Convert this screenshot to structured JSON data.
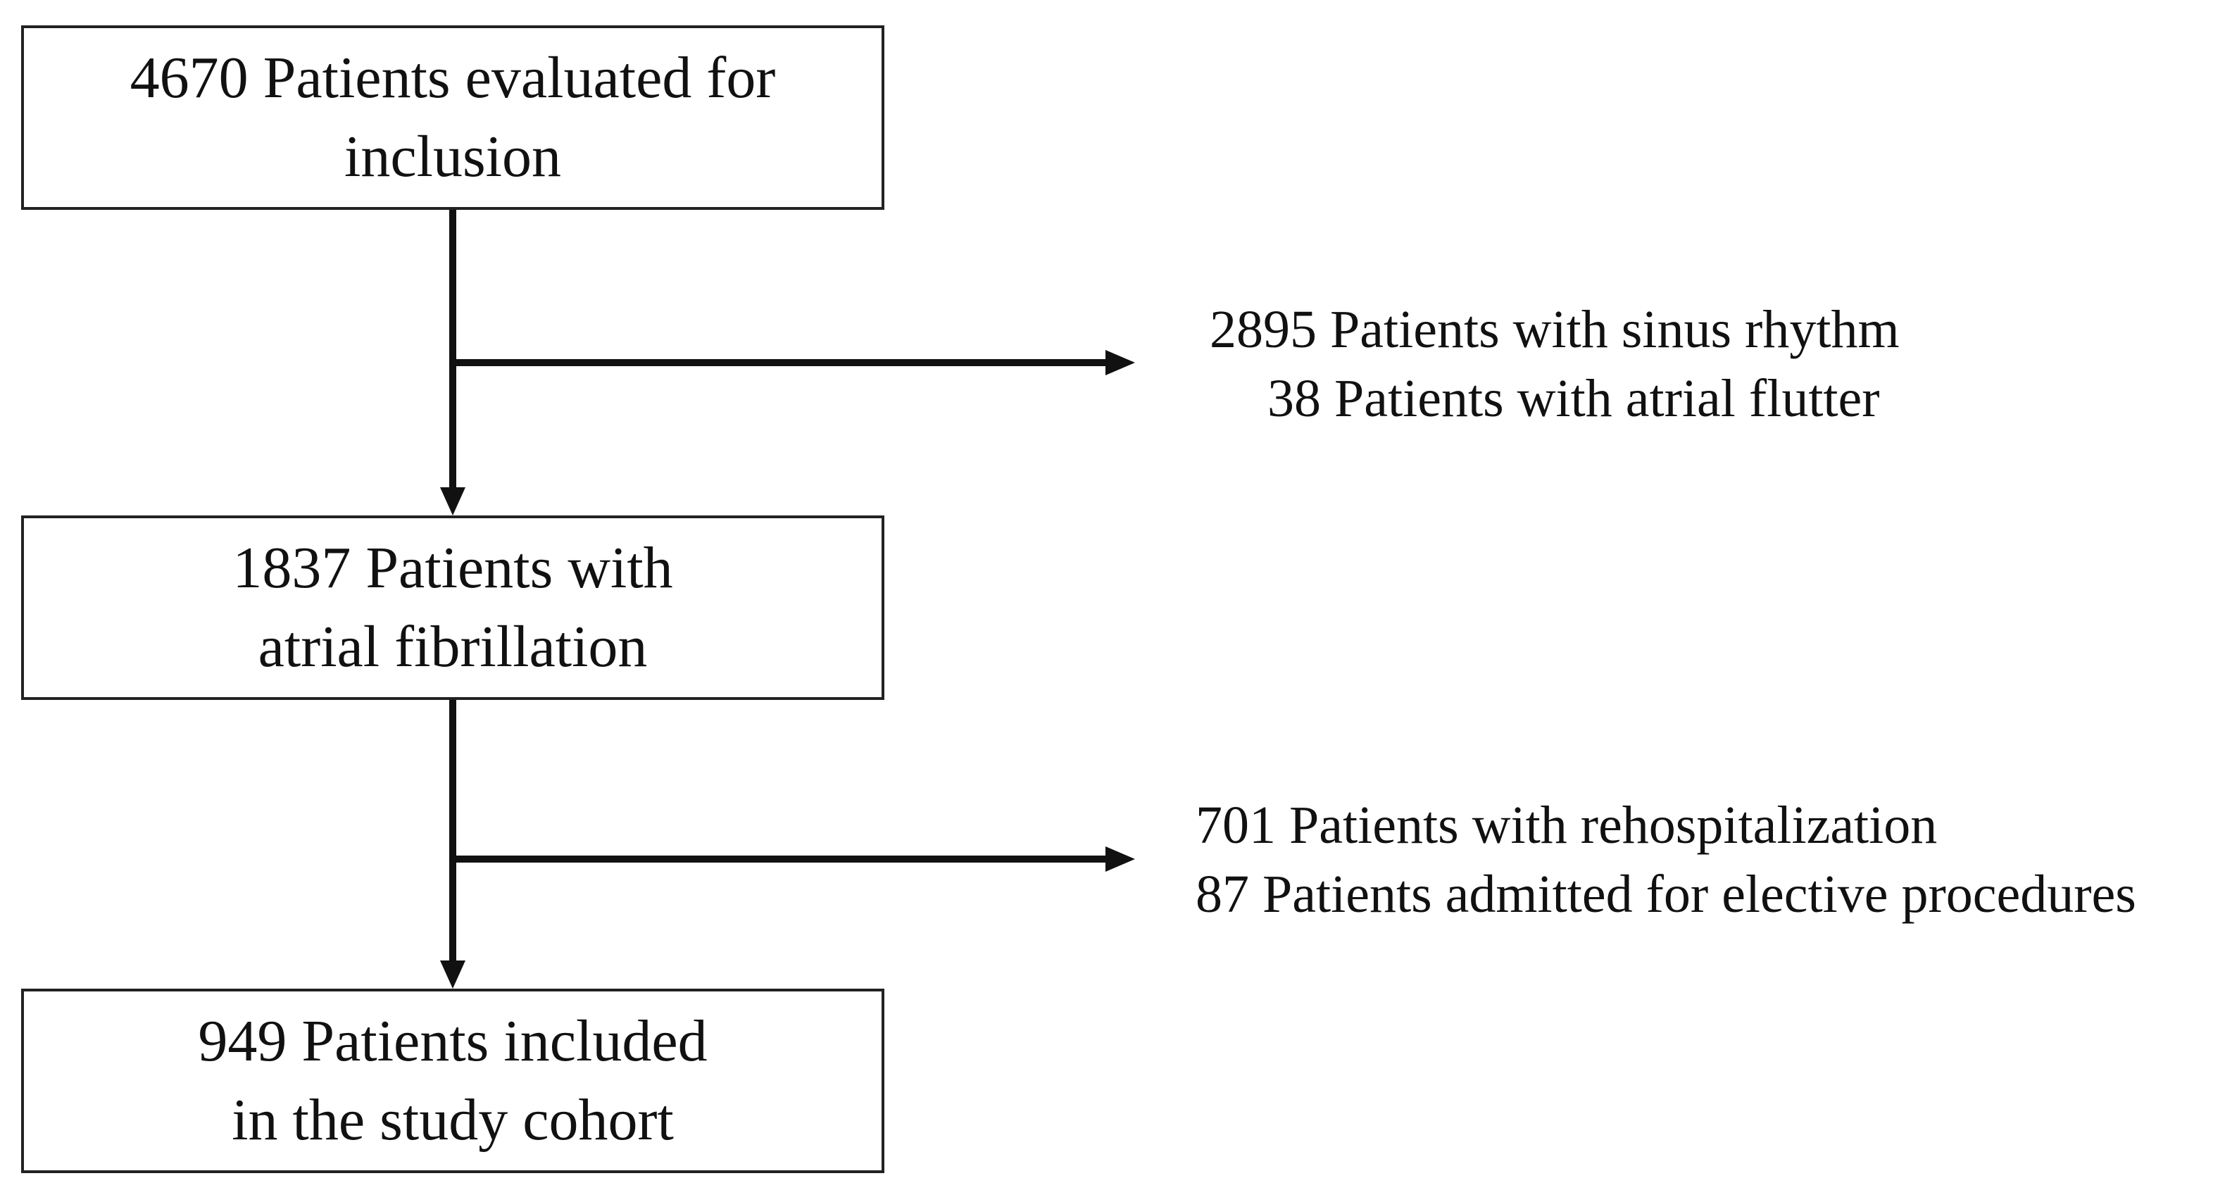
{
  "flowchart": {
    "boxes": [
      {
        "lines": [
          "4670 Patients evaluated for",
          "inclusion"
        ]
      },
      {
        "lines": [
          "1837 Patients with",
          "atrial fibrillation"
        ]
      },
      {
        "lines": [
          "949 Patients included",
          "in the study cohort"
        ]
      }
    ],
    "exclusions": [
      {
        "lines": [
          "2895 Patients with sinus rhythm",
          "38 Patients with atrial flutter"
        ]
      },
      {
        "lines": [
          "701 Patients with rehospitalization",
          "87 Patients admitted for elective procedures"
        ]
      }
    ]
  }
}
